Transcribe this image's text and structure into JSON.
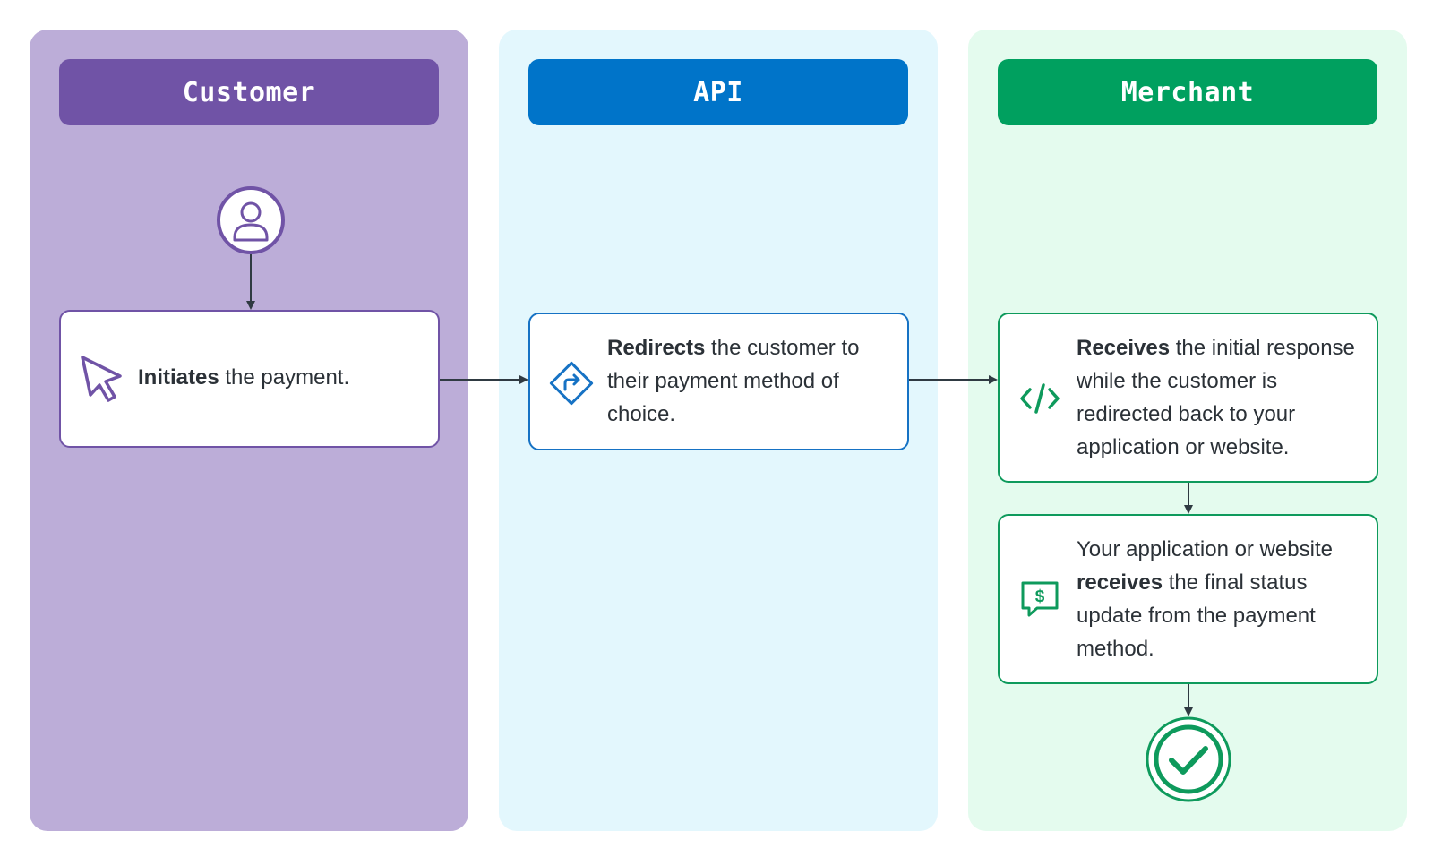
{
  "lanes": {
    "customer": {
      "title": "Customer"
    },
    "api": {
      "title": "API"
    },
    "merchant": {
      "title": "Merchant"
    }
  },
  "steps": {
    "initiate": {
      "bold": "Initiates",
      "rest": " the payment."
    },
    "redirect": {
      "bold": "Redirects",
      "rest": " the customer to their payment method of choice."
    },
    "receive_initial": {
      "bold": "Receives",
      "rest": " the initial response while the customer is redirected back to your application or website."
    },
    "receive_final": {
      "pre": "Your application or website ",
      "bold": "receives",
      "rest": " the final status update from the payment method."
    }
  },
  "icons": {
    "start": "user-icon",
    "initiate": "cursor-pointer-icon",
    "redirect": "redirect-sign-icon",
    "receive_initial": "code-icon",
    "receive_final": "dollar-message-icon",
    "end": "check-circle-icon"
  },
  "colors": {
    "customer_lane": "#bcadd8",
    "customer_accent": "#7053a6",
    "api_lane": "#e3f7fd",
    "api_accent": "#0074c9",
    "merchant_lane": "#e4fbee",
    "merchant_accent": "#00a05f",
    "arrow": "#2f3a42"
  }
}
